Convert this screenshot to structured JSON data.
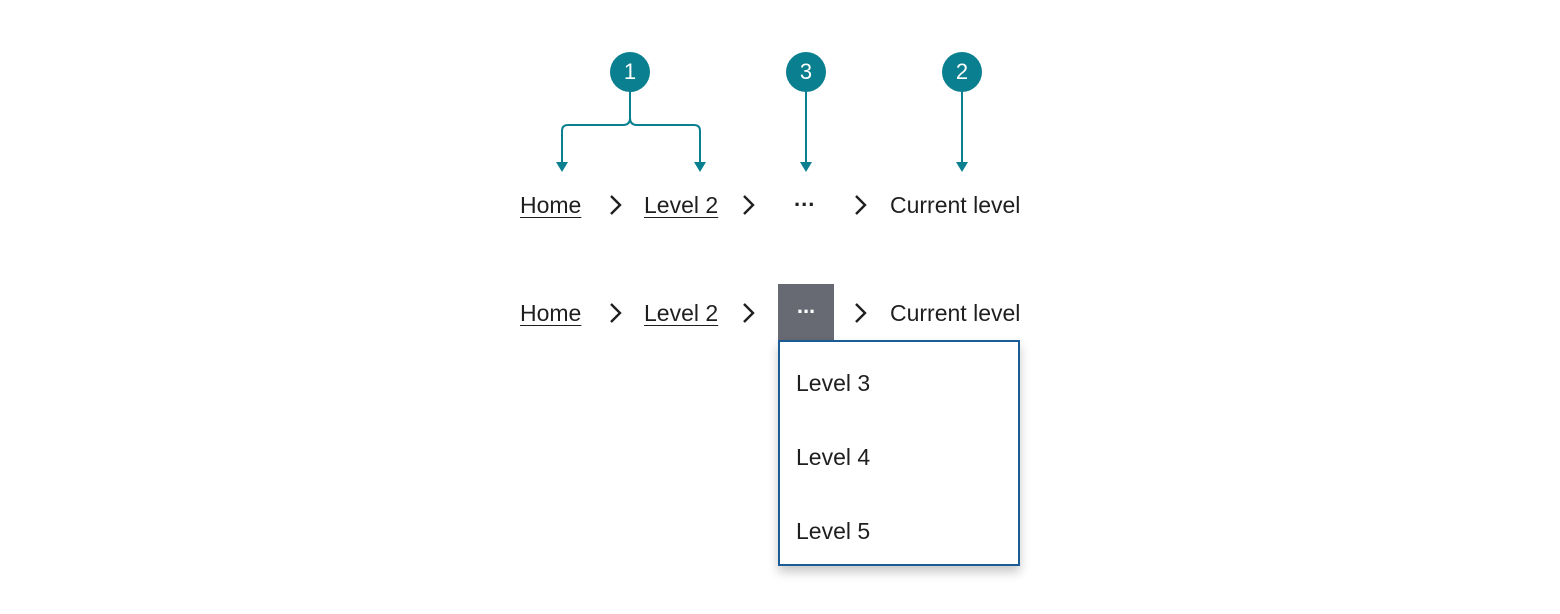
{
  "callouts": [
    "1",
    "3",
    "2"
  ],
  "breadcrumb_collapsed": {
    "home": "Home",
    "level2": "Level 2",
    "ellipsis": "...",
    "current": "Current level"
  },
  "breadcrumb_expanded": {
    "home": "Home",
    "level2": "Level 2",
    "ellipsis": "...",
    "current": "Current level"
  },
  "overflow_menu": {
    "items": [
      "Level 3",
      "Level 4",
      "Level 5"
    ]
  },
  "colors": {
    "callout": "#0a7f8f",
    "ellipsis_active_bg": "#676a72",
    "menu_border": "#1b5b96"
  }
}
